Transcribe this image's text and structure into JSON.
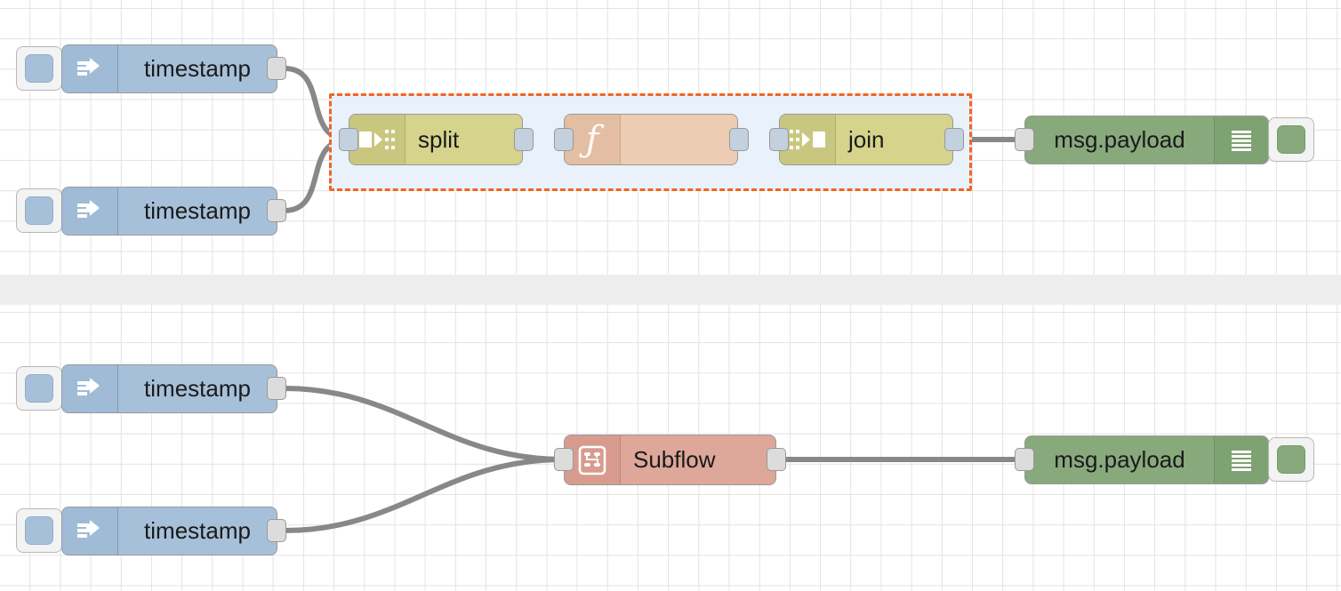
{
  "app": {
    "name": "Node-RED flow editor canvas",
    "background": "#ffffff",
    "grid_color": "#e3e3e3",
    "divider_color": "#eeeeee",
    "wire_color": "#888888"
  },
  "group": {
    "selected": true,
    "border_color": "#f26522",
    "fill_color": "#e9f1fb",
    "border_style": "dashed"
  },
  "flows": [
    {
      "id": "flow-top",
      "nodes": [
        {
          "name": "inject-1",
          "type": "inject",
          "label": "timestamp",
          "icon": "inject-arrow-icon",
          "color": "#a7c0d9"
        },
        {
          "name": "inject-2",
          "type": "inject",
          "label": "timestamp",
          "icon": "inject-arrow-icon",
          "color": "#a7c0d9"
        },
        {
          "name": "split-1",
          "type": "split",
          "label": "split",
          "icon": "split-icon",
          "color": "#d5d38c"
        },
        {
          "name": "function-1",
          "type": "function",
          "label": "",
          "icon": "function-f-icon",
          "color": "#eccdb3"
        },
        {
          "name": "join-1",
          "type": "join",
          "label": "join",
          "icon": "join-icon",
          "color": "#d5d38c"
        },
        {
          "name": "debug-1",
          "type": "debug",
          "label": "msg.payload",
          "icon": "debug-lines-icon",
          "color": "#88a97c"
        }
      ]
    },
    {
      "id": "flow-bottom",
      "nodes": [
        {
          "name": "inject-3",
          "type": "inject",
          "label": "timestamp",
          "icon": "inject-arrow-icon",
          "color": "#a7c0d9"
        },
        {
          "name": "inject-4",
          "type": "inject",
          "label": "timestamp",
          "icon": "inject-arrow-icon",
          "color": "#a7c0d9"
        },
        {
          "name": "subflow-1",
          "type": "subflow",
          "label": "Subflow",
          "icon": "subflow-icon",
          "color": "#dda79a"
        },
        {
          "name": "debug-2",
          "type": "debug",
          "label": "msg.payload",
          "icon": "debug-lines-icon",
          "color": "#88a97c"
        }
      ]
    }
  ],
  "labels": {
    "timestamp": "timestamp",
    "split": "split",
    "join": "join",
    "function": "",
    "subflow": "Subflow",
    "msg_payload": "msg.payload"
  }
}
